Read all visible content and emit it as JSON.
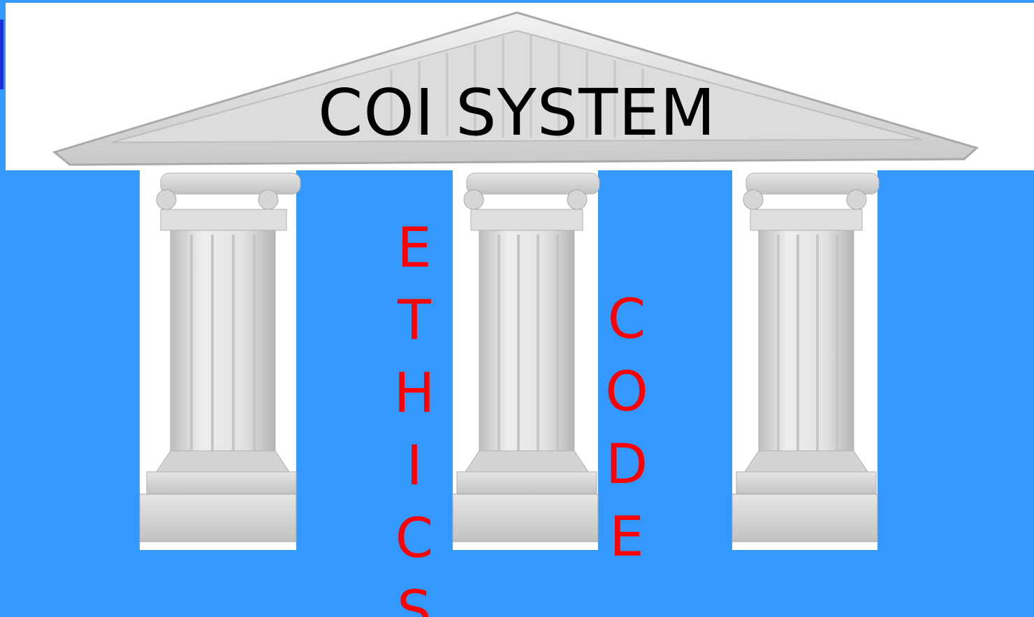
{
  "title": "COI SYSTEM",
  "colors": {
    "background": "#3399ff",
    "title": "#000000",
    "words": "#ff0000",
    "marble": "#d8d8d8"
  },
  "pillars": [
    {
      "letters": []
    },
    {
      "letters": []
    },
    {
      "letters": []
    }
  ],
  "words": [
    {
      "text": "ETHICS",
      "letters": [
        "E",
        "T",
        "H",
        "I",
        "C",
        "S"
      ]
    },
    {
      "text": "CODE",
      "letters": [
        "C",
        "O",
        "D",
        "E"
      ]
    }
  ]
}
